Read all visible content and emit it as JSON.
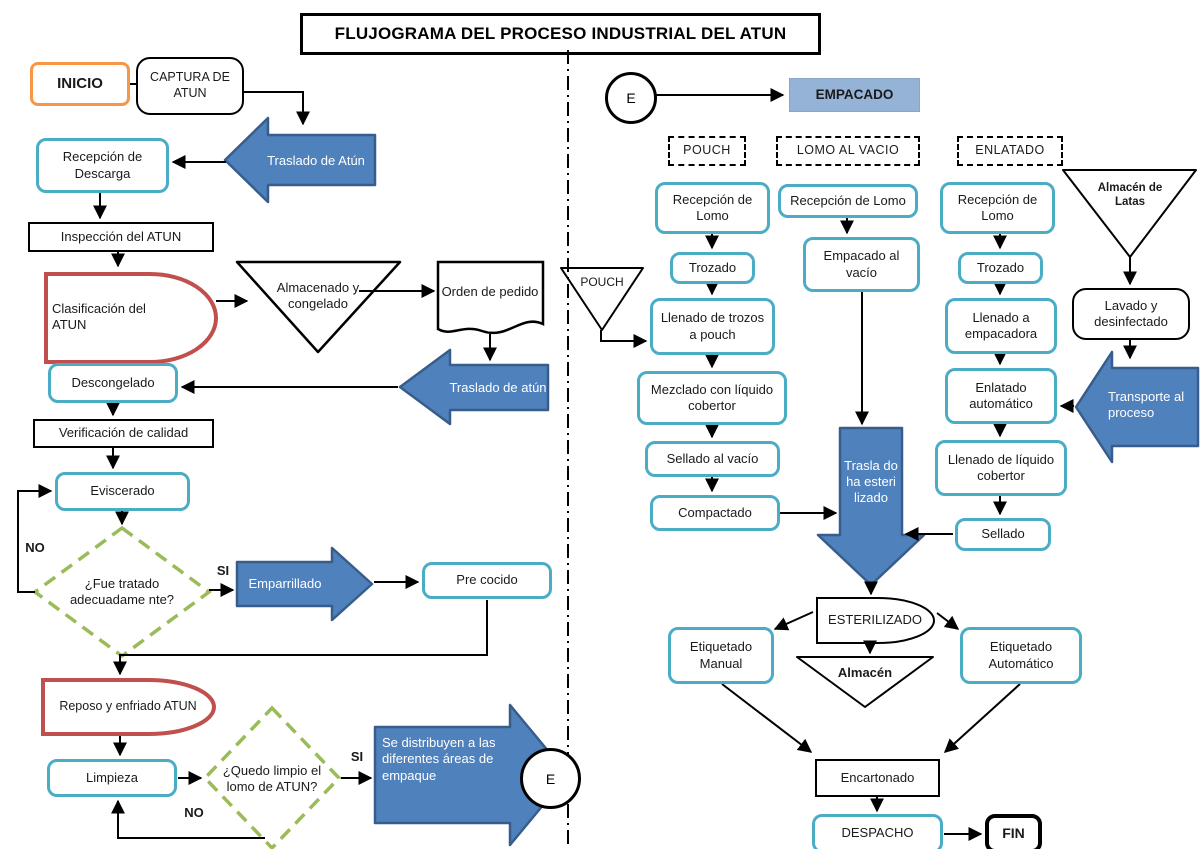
{
  "title": "FLUJOGRAMA DEL PROCESO INDUSTRIAL DEL ATUN",
  "labels": {
    "si": "SI",
    "no": "NO",
    "e": "E"
  },
  "colors": {
    "cyan_border": "#4BACC6",
    "arrow_blue": "#4F81BD",
    "arrow_blue_border": "#385D8A",
    "orange": "#F79646",
    "red": "#C0504D",
    "green_dashed": "#9BBB59",
    "empacado_fill": "#95B3D7"
  },
  "nodes": {
    "inicio": "INICIO",
    "captura": "CAPTURA DE ATUN",
    "traslado_atun_1": "Traslado de Atún",
    "recepcion_descarga": "Recepción de Descarga",
    "inspeccion": "Inspección del ATUN",
    "clasificacion": "Clasificación del ATUN",
    "almacenado": "Almacenado y congelado",
    "orden": "Orden de pedido",
    "traslado_atun_2": "Traslado de atún",
    "descongelado": "Descongelado",
    "verificacion": "Verificación de calidad",
    "eviscerado": "Eviscerado",
    "fue_tratado": "¿Fue tratado adecuadame nte?",
    "emparrillado": "Emparrillado",
    "pre_cocido": "Pre cocido",
    "reposo": "Reposo y enfriado ATUN",
    "limpieza": "Limpieza",
    "quedo_limpio": "¿Quedo limpio el lomo de ATUN?",
    "se_distribuyen": "Se distribuyen a las diferentes áreas de empaque",
    "empacado": "EMPACADO",
    "pouch": "POUCH",
    "lomo_al_vacio": "LOMO AL VACIO",
    "enlatado": "ENLATADO",
    "recepcion_lomo": "Recepción de Lomo",
    "trozado": "Trozado",
    "llenado_trozos": "Llenado de trozos a pouch",
    "mezclado": "Mezclado con líquido cobertor",
    "sellado_vacio": "Sellado al vacío",
    "compactado": "Compactado",
    "empacado_vacio": "Empacado al vacío",
    "traslado_esterilizado": "Trasla do ha esteri lizado",
    "llenado_empacadora": "Llenado a empacadora",
    "enlatado_auto": "Enlatado automático",
    "llenado_liquido": "Llenado de líquido cobertor",
    "sellado": "Sellado",
    "almacen_latas": "Almacén de Latas",
    "lavado": "Lavado y desinfectado",
    "transporte": "Transporte al proceso",
    "esterilizado": "ESTERILIZADO",
    "almacen": "Almacén",
    "etiquetado_manual": "Etiquetado Manual",
    "etiquetado_auto": "Etiquetado Automático",
    "encartonado": "Encartonado",
    "despacho": "DESPACHO",
    "fin": "FIN"
  }
}
